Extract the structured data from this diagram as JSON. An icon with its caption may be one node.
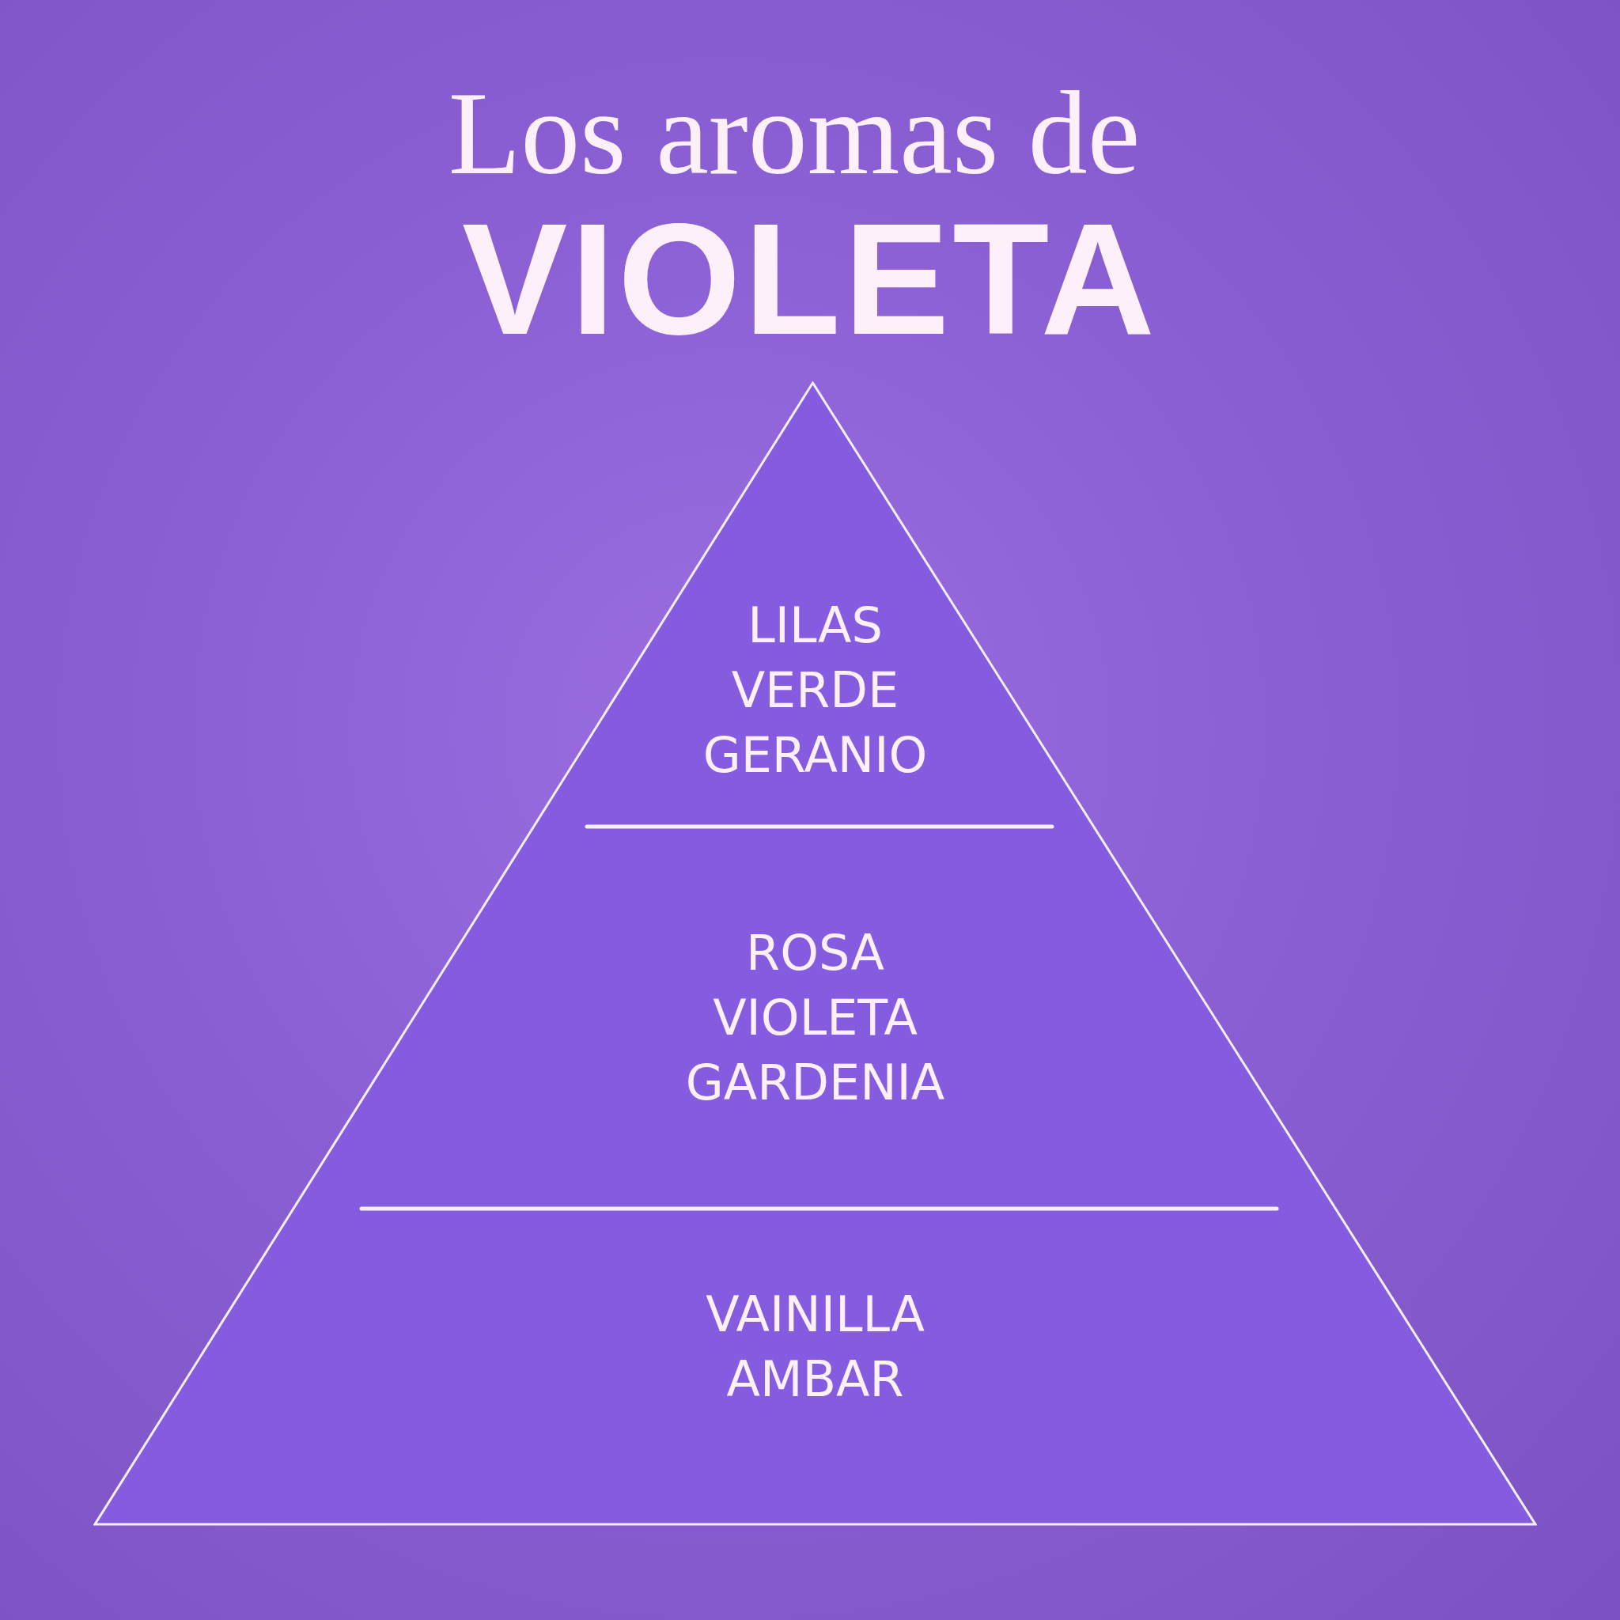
{
  "diagram": {
    "title": "Los aromas de",
    "nodes": [
      {
        "text": [],
        "shape": "triangle"
      },
      {
        "text": [
          "LILAS",
          "VERDE",
          "GERANIO"
        ],
        "in": 0
      },
      {
        "text": [
          "ROSA",
          "VIOLETA",
          "GARDENIA"
        ],
        "in": 0
      },
      {
        "text": [
          "VAINILLA",
          "AMBAR"
        ],
        "in": 0
      }
    ],
    "labels": [
      "VIOLETA"
    ]
  }
}
